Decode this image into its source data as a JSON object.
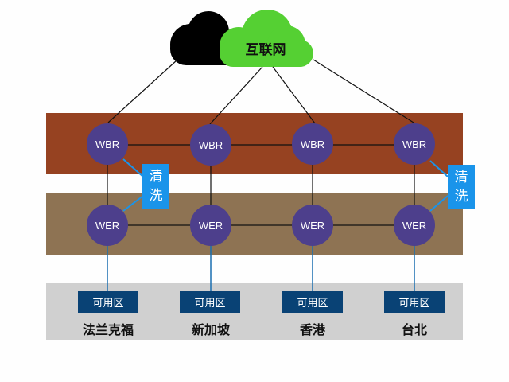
{
  "cloud": {
    "label": "互联网",
    "color_front": "#55d033",
    "color_back": "#000000"
  },
  "border_router_label": "WBR",
  "edge_router_label": "WER",
  "scrubbing": {
    "chars": [
      "清",
      "洗"
    ],
    "color": "#1a94ea"
  },
  "availability_zone_label": "可用区",
  "regions": [
    {
      "city": "法兰克福"
    },
    {
      "city": "新加坡"
    },
    {
      "city": "香港"
    },
    {
      "city": "台北"
    }
  ],
  "colors": {
    "node": "#4d3f8c",
    "border_band": "#964221",
    "edge_band": "#8e7353",
    "az_band": "#d0d0d0",
    "az_box": "#094275"
  }
}
